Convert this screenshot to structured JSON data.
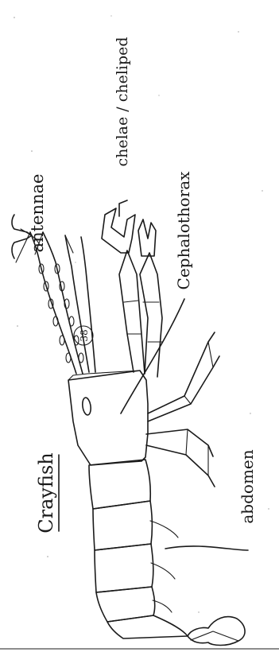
{
  "diagram": {
    "title": "Crayfish",
    "page_number": "38",
    "labels": {
      "antennae": "antennae",
      "chelae": "chelae / cheliped",
      "cephalothorax": "Cephalothorax",
      "abdomen": "abdomen"
    },
    "colors": {
      "ink": "#1a1a1a",
      "paper": "#ffffff",
      "speckle": "#9a9a9a"
    }
  }
}
